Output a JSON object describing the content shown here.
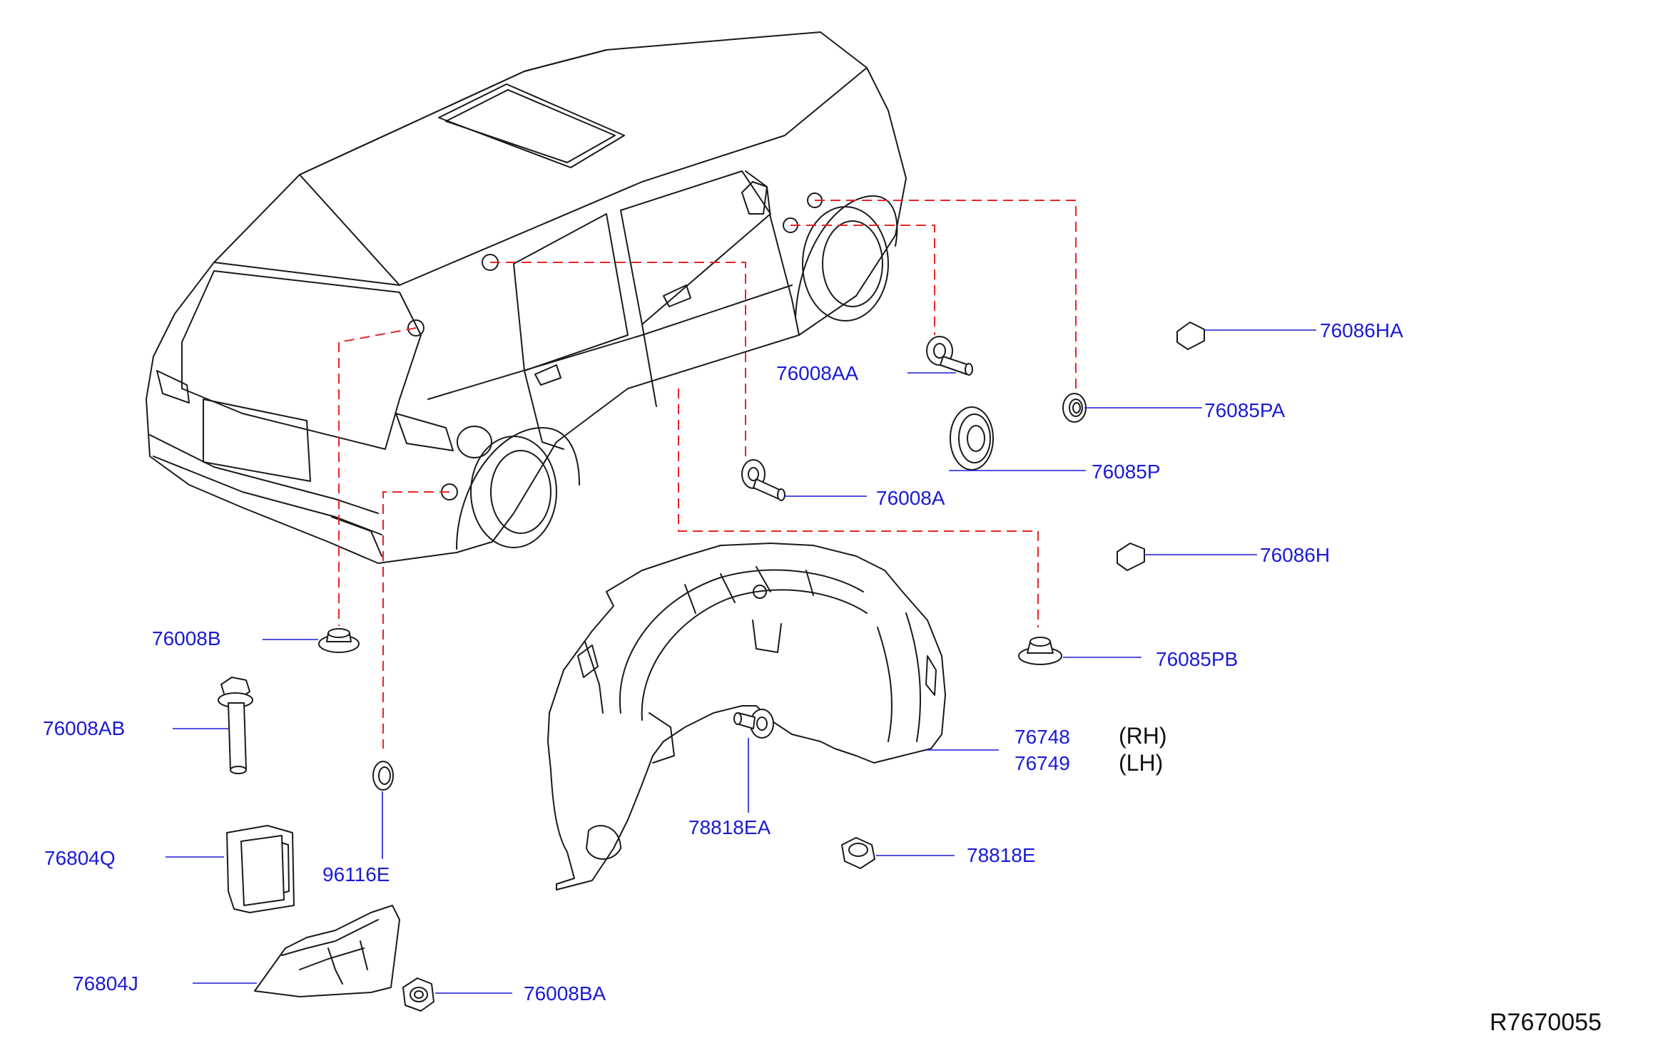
{
  "diagram_ref": "R7670055",
  "parts": {
    "p76086HA": "76086HA",
    "p76008AA": "76008AA",
    "p76085PA": "76085PA",
    "p76085P": "76085P",
    "p76008A": "76008A",
    "p76086H": "76086H",
    "p76085PB": "76085PB",
    "p76748": "76748",
    "p76749": "76749",
    "p78818EA": "78818EA",
    "p78818E": "78818E",
    "p76008B": "76008B",
    "p76008AB": "76008AB",
    "p76804Q": "76804Q",
    "p96116E": "96116E",
    "p76804J": "76804J",
    "p76008BA": "76008BA"
  },
  "sides": {
    "rh": "(RH)",
    "lh": "(LH)"
  },
  "colors": {
    "label": "#1a1ad6",
    "leader": "#1a1ad6",
    "dash": "#e8242a",
    "ink": "#1a1a1a"
  }
}
